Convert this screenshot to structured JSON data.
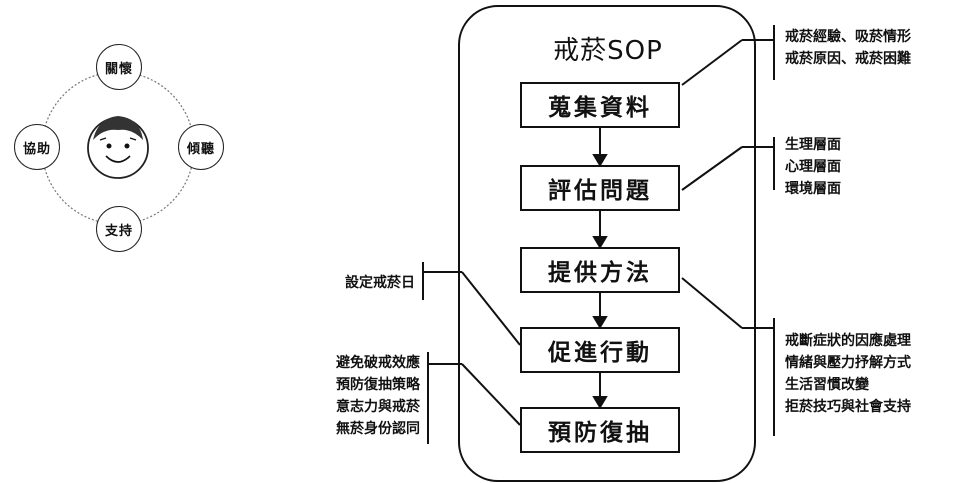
{
  "cycle": {
    "top": "關懷",
    "left": "協助",
    "right": "傾聽",
    "bottom": "支持"
  },
  "sop": {
    "title": "戒菸SOP",
    "steps": [
      "蒐集資料",
      "評估問題",
      "提供方法",
      "促進行動",
      "預防復抽"
    ]
  },
  "notes": {
    "collect": [
      "戒菸經驗、吸菸情形",
      "戒菸原因、戒菸困難"
    ],
    "assess": [
      "生理層面",
      "心理層面",
      "環境層面"
    ],
    "method": [
      "戒斷症狀的因應處理",
      "情緒與壓力抒解方式",
      "生活習慣改變",
      "拒菸技巧與社會支持"
    ],
    "action": [
      "設定戒菸日"
    ],
    "prevent": [
      "避免破戒效應",
      "預防復抽策略",
      "意志力與戒菸",
      "無菸身份認同"
    ]
  },
  "colors": {
    "line": "#111111",
    "background": "#ffffff"
  }
}
